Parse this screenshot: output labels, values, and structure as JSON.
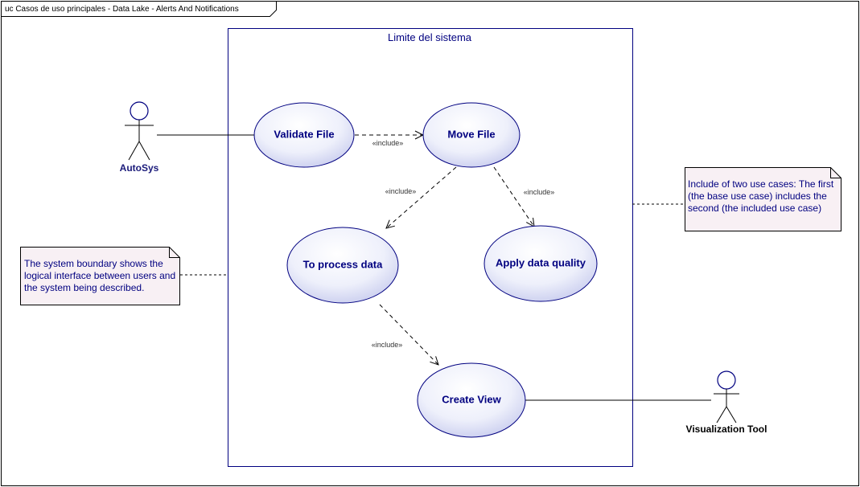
{
  "frame": {
    "title": "uc Casos de uso principales - Data Lake - Alerts And Notifications"
  },
  "boundary": {
    "title": "Limite del sistema"
  },
  "actors": {
    "autosys": "AutoSys",
    "visualization_tool": "Visualization Tool"
  },
  "use_cases": {
    "validate_file": "Validate File",
    "move_file": "Move File",
    "to_process_data": "To process data",
    "apply_data_quality": "Apply data quality",
    "create_view": "Create View"
  },
  "relations": {
    "include_label": "«include»"
  },
  "notes": {
    "boundary_note": "The system boundary shows the logical interface between users and the system being described.",
    "include_note": "Include of two use cases: The first (the base use case) includes the second (the included use case)"
  },
  "colors": {
    "use_case_fill_top": "#ffffff",
    "use_case_fill_bottom": "#c8ccee",
    "use_case_stroke": "#000080",
    "note_fill": "#f8f0f4",
    "text": "#000080"
  }
}
